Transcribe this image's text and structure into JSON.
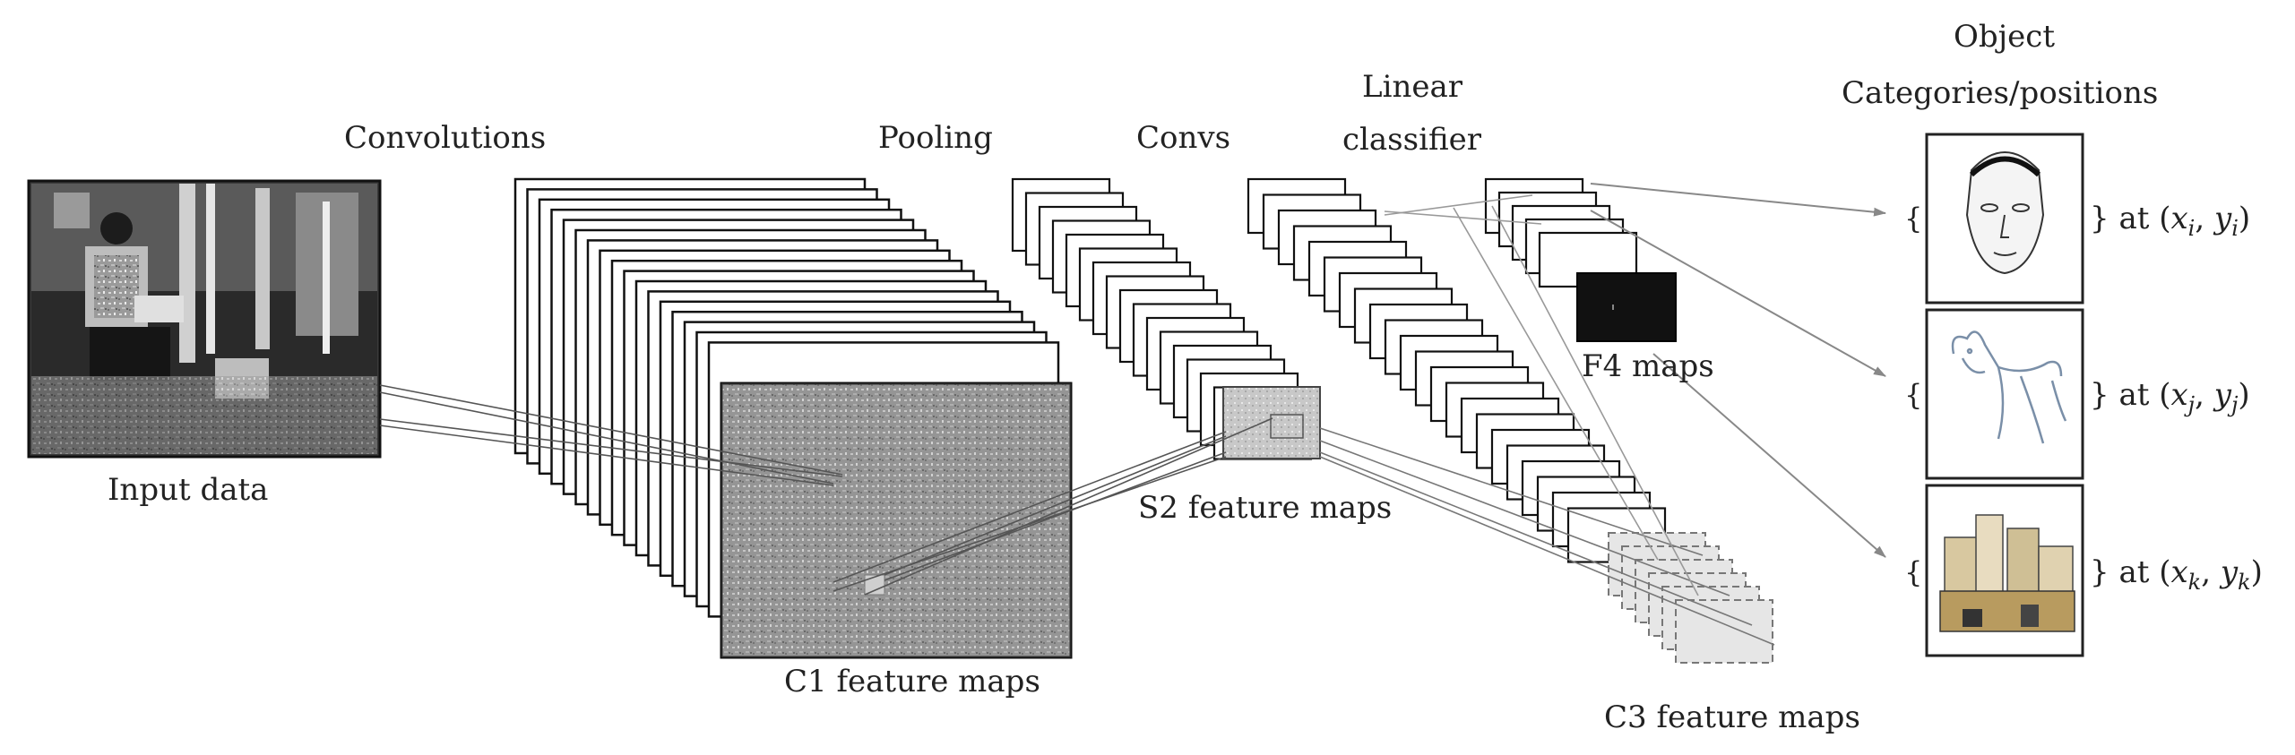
{
  "labels": {
    "input": "Input data",
    "convolutions": "Convolutions",
    "pooling": "Pooling",
    "convs": "Convs",
    "linear_line1": "Linear",
    "linear_line2": "classifier",
    "object_line1": "Object",
    "object_line2": "Categories/positions",
    "c1": "C1 feature maps",
    "s2": "S2 feature maps",
    "c3": "C3 feature maps",
    "f4": "F4 maps"
  },
  "outputs": [
    {
      "image": "face",
      "at": "at",
      "x_sub": "i",
      "y_sub": "i"
    },
    {
      "image": "dog",
      "at": "at",
      "x_sub": "j",
      "y_sub": "j"
    },
    {
      "image": "buildings",
      "at": "at",
      "x_sub": "k",
      "y_sub": "k"
    }
  ],
  "icons": {
    "input": "photo-of-person-in-hall-icon",
    "face": "face-sketch-icon",
    "dog": "dog-sketch-icon",
    "buildings": "buildings-sketch-icon"
  }
}
